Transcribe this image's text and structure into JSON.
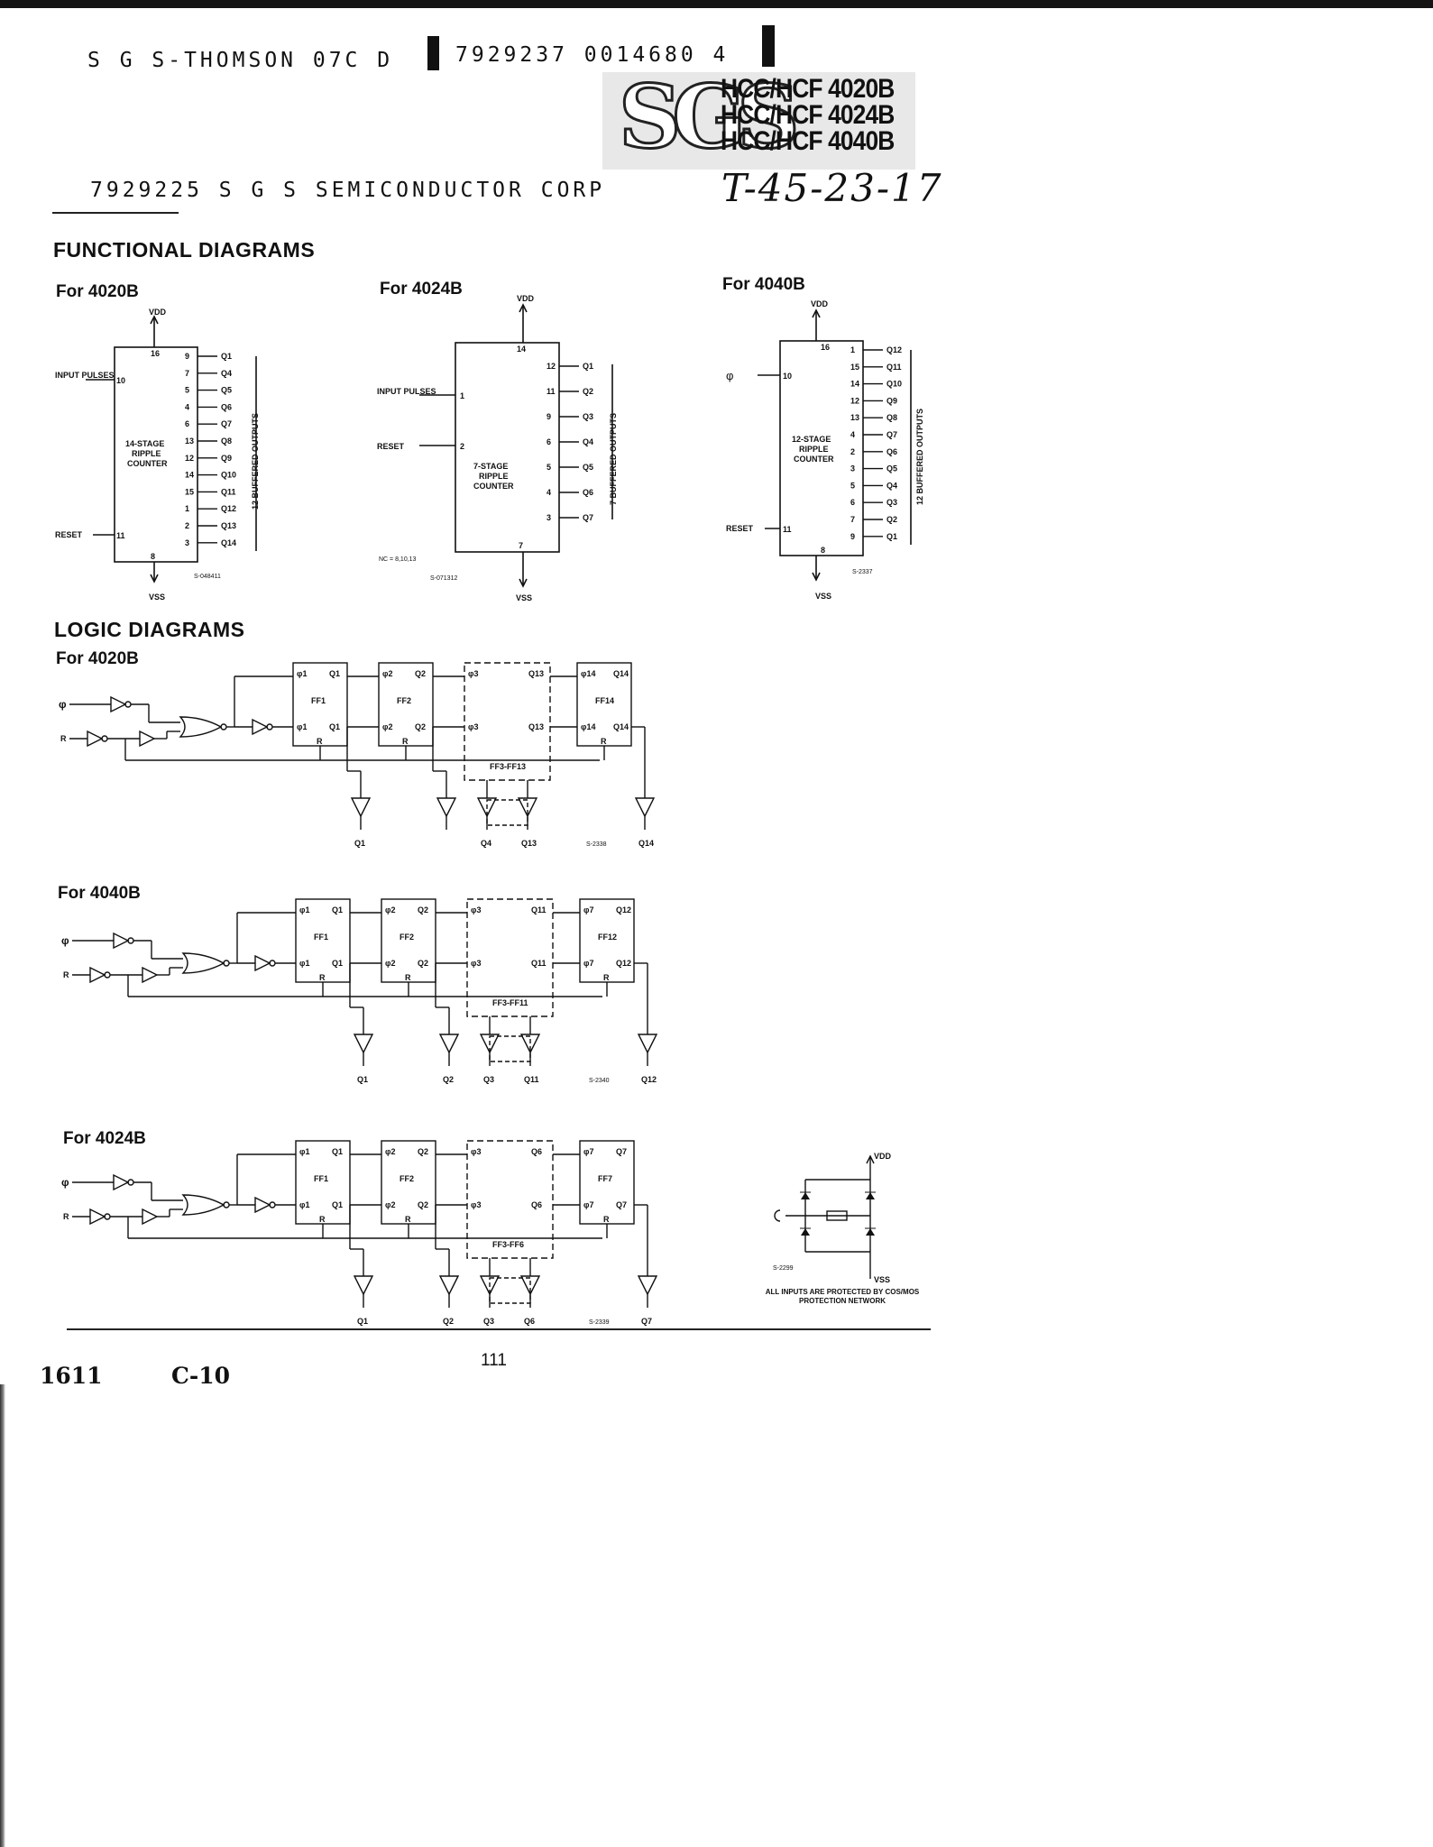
{
  "header": {
    "line1_company": "S G S-THOMSON 07C D",
    "line1_codes": "7929237 0014680 4",
    "line2": "7929225 S G S SEMICONDUCTOR CORP",
    "handwritten_ref": "T-45-23-17",
    "logo_text": "SGS",
    "parts": [
      "HCC/HCF 4020B",
      "HCC/HCF 4024B",
      "HCC/HCF 4040B"
    ]
  },
  "functional": {
    "title": "FUNCTIONAL DIAGRAMS",
    "d4020": {
      "caption": "For 4020B",
      "vdd": "VDD",
      "vss": "VSS",
      "vdd_pin": "16",
      "vss_pin": "8",
      "input_label": "INPUT PULSES",
      "input_pin": "10",
      "reset_label": "RESET",
      "reset_pin": "11",
      "block": [
        "14-STAGE",
        "RIPPLE",
        "COUNTER"
      ],
      "pins": [
        "9",
        "7",
        "5",
        "4",
        "6",
        "13",
        "12",
        "14",
        "15",
        "1",
        "2",
        "3"
      ],
      "outputs": [
        "Q1",
        "Q4",
        "Q5",
        "Q6",
        "Q7",
        "Q8",
        "Q9",
        "Q10",
        "Q11",
        "Q12",
        "Q13",
        "Q14"
      ],
      "bracket": "12 BUFFERED OUTPUTS",
      "code": "S-048411"
    },
    "d4024": {
      "caption": "For 4024B",
      "vdd": "VDD",
      "vss": "VSS",
      "vdd_pin": "14",
      "vss_pin": "7",
      "input_label": "INPUT PULSES",
      "input_pin": "1",
      "reset_label": "RESET",
      "reset_pin": "2",
      "block": [
        "7-STAGE",
        "RIPPLE",
        "COUNTER"
      ],
      "pins": [
        "12",
        "11",
        "9",
        "6",
        "5",
        "4",
        "3"
      ],
      "outputs": [
        "Q1",
        "Q2",
        "Q3",
        "Q4",
        "Q5",
        "Q6",
        "Q7"
      ],
      "bracket": "7 BUFFERED OUTPUTS",
      "nc": "NC = 8,10,13",
      "code": "S-071312"
    },
    "d4040": {
      "caption": "For 4040B",
      "vdd": "VDD",
      "vss": "VSS",
      "vdd_pin": "16",
      "vss_pin": "8",
      "input_label": "φ",
      "input_pin": "10",
      "reset_label": "RESET",
      "reset_pin": "11",
      "block": [
        "12-STAGE",
        "RIPPLE",
        "COUNTER"
      ],
      "pins": [
        "1",
        "15",
        "14",
        "12",
        "13",
        "4",
        "2",
        "3",
        "5",
        "6",
        "7",
        "9"
      ],
      "outputs": [
        "Q12",
        "Q11",
        "Q10",
        "Q9",
        "Q8",
        "Q7",
        "Q6",
        "Q5",
        "Q4",
        "Q3",
        "Q2",
        "Q1"
      ],
      "bracket": "12 BUFFERED OUTPUTS",
      "code": "S-2337"
    }
  },
  "logic": {
    "title": "LOGIC DIAGRAMS",
    "rows": [
      {
        "caption": "For 4020B",
        "code": "S-2338",
        "ff_a": [
          "φ1",
          "Q1",
          "FF1",
          "φ1",
          "Q1"
        ],
        "ff_b": [
          "φ2",
          "Q2",
          "FF2",
          "φ2",
          "Q2"
        ],
        "ff_mid": [
          "φ3",
          "Q13",
          "φ3",
          "Q13",
          "FF3-FF13"
        ],
        "ff_last": [
          "φ14",
          "Q14",
          "FF14",
          "φ14",
          "Q14"
        ],
        "out_a": "Q1",
        "out_b": "",
        "out_m1": "Q4",
        "out_m2": "Q13",
        "out_last": "Q14"
      },
      {
        "caption": "For 4040B",
        "code": "S-2340",
        "ff_a": [
          "φ1",
          "Q1",
          "FF1",
          "φ1",
          "Q1"
        ],
        "ff_b": [
          "φ2",
          "Q2",
          "FF2",
          "φ2",
          "Q2"
        ],
        "ff_mid": [
          "φ3",
          "Q11",
          "φ3",
          "Q11",
          "FF3-FF11"
        ],
        "ff_last": [
          "φ7",
          "Q12",
          "FF12",
          "φ7",
          "Q12"
        ],
        "out_a": "Q1",
        "out_b": "Q2",
        "out_m1": "Q3",
        "out_m2": "Q11",
        "out_last": "Q12"
      },
      {
        "caption": "For 4024B",
        "code": "S-2339",
        "ff_a": [
          "φ1",
          "Q1",
          "FF1",
          "φ1",
          "Q1"
        ],
        "ff_b": [
          "φ2",
          "Q2",
          "FF2",
          "φ2",
          "Q2"
        ],
        "ff_mid": [
          "φ3",
          "Q6",
          "φ3",
          "Q6",
          "FF3-FF6"
        ],
        "ff_last": [
          "φ7",
          "Q7",
          "FF7",
          "φ7",
          "Q7"
        ],
        "out_a": "Q1",
        "out_b": "Q2",
        "out_m1": "Q3",
        "out_m2": "Q6",
        "out_last": "Q7"
      }
    ],
    "phi": "φ",
    "r": "R",
    "protection": {
      "vdd": "VDD",
      "vss": "VSS",
      "code": "S-2299",
      "note": "ALL INPUTS ARE PROTECTED BY COS/MOS PROTECTION NETWORK"
    }
  },
  "footer": {
    "left1": "1611",
    "left2": "C-10",
    "page": "111"
  }
}
